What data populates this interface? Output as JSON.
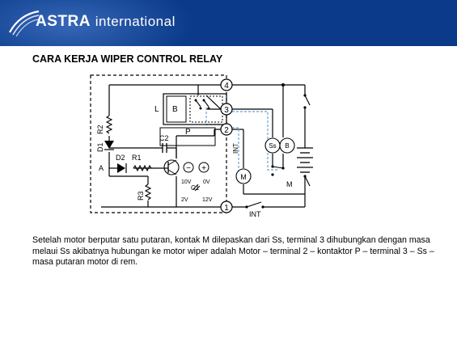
{
  "header": {
    "brand_bold": "ASTRA",
    "brand_light": "international",
    "background_color": "#0b3a8a"
  },
  "slide": {
    "title": "CARA KERJA WIPER CONTROL RELAY",
    "caption": "Setelah motor berputar satu putaran, kontak M dilepaskan dari Ss, terminal 3 dihubungkan dengan masa melaui Ss akibatnya hubungan ke motor wiper adalah Motor – terminal 2 – kontaktor P – terminal  3 – Ss – masa putaran motor di rem."
  },
  "diagram": {
    "terminal_4": "4",
    "terminal_3": "3",
    "terminal_2": "2",
    "terminal_1": "1",
    "relay_coil": "L",
    "relay_contact_b": "B",
    "relay_contact_p": "P",
    "r2": "R2",
    "d1": "D1",
    "c2": "C2",
    "d2": "D2",
    "r1": "R1",
    "node_a": "A",
    "r3": "R3",
    "c1": "C1",
    "v10": "10V",
    "v0": "0V",
    "v2": "2V",
    "v12": "12V",
    "minus": "−",
    "plus": "+",
    "int_vertical": "INT",
    "int_bottom": "INT",
    "switch_ss": "Ss",
    "switch_b": "B",
    "motor_m": "M",
    "motor_symbol": "M"
  }
}
